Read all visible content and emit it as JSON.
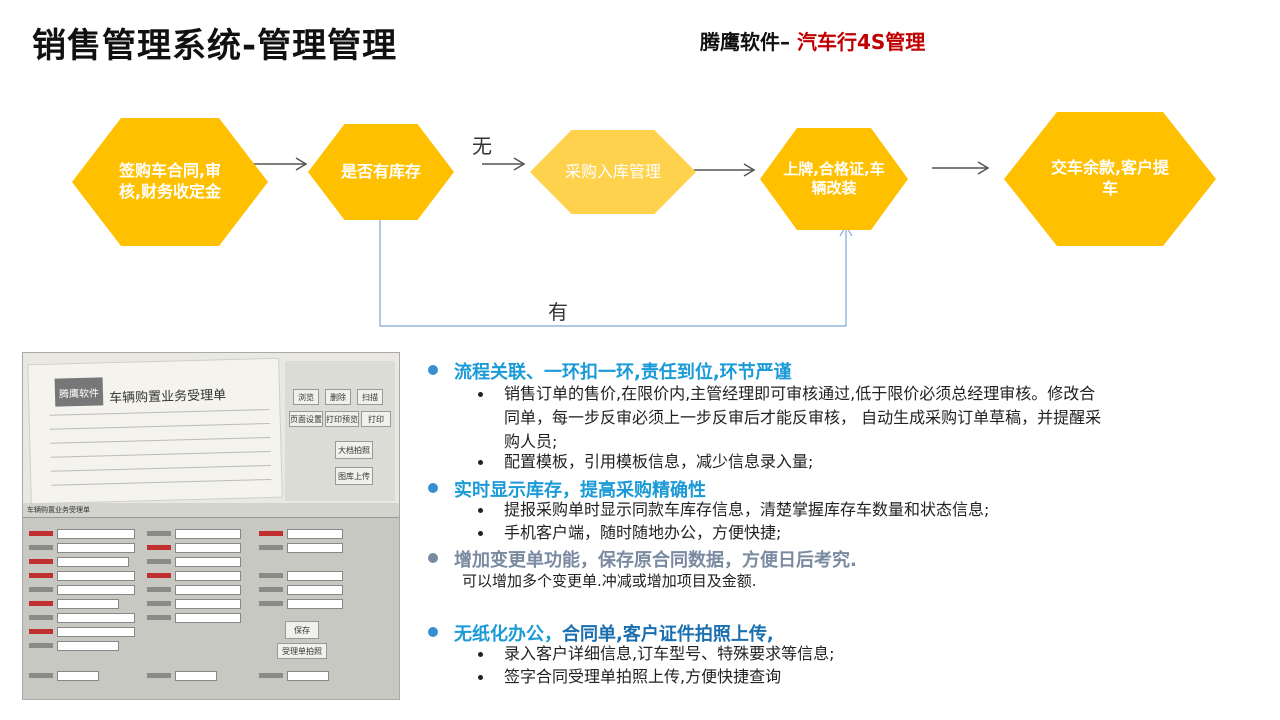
{
  "header": {
    "title": "销售管理系统-管理管理",
    "brand": "腾鹰软件–",
    "brand_accent": "汽车行4S管理"
  },
  "flow": {
    "steps": [
      {
        "text": "签购车合同,审核,财务收定金"
      },
      {
        "text": "是否有库存"
      },
      {
        "text": "采购入库管理"
      },
      {
        "text": "上牌,合格证,车辆改装"
      },
      {
        "text": "交车余款,客户提车"
      }
    ],
    "label_no": "无",
    "label_yes": "有"
  },
  "screenshot": {
    "doc_title": "车辆购置业务受理单",
    "doc_logo": "腾鹰软件",
    "panel_buttons": [
      "浏览",
      "删除",
      "扫描",
      "页面设置",
      "打印预览",
      "打印",
      "大档拍照",
      "图库上传"
    ],
    "form_bar": "车辆购置业务受理单",
    "form_buttons": [
      "保存",
      "受理单拍照"
    ]
  },
  "bullets": [
    {
      "head": "流程关联、一环扣一环,责任到位,环节严谨",
      "subs": [
        "销售订单的售价,在限价内,主管经理即可审核通过,低于限价必须总经理审核。修改合同单，每一步反审必须上一步反审后才能反审核， 自动生成采购订单草稿，并提醒采购人员;",
        "配置模板，引用模板信息，减少信息录入量;"
      ]
    },
    {
      "head": "实时显示库存，提高采购精确性",
      "subs": [
        "提报采购单时显示同款车库存信息，清楚掌握库存车数量和状态信息;",
        "手机客户端，随时随地办公，方便快捷;"
      ]
    },
    {
      "head": "增加变更单功能，保存原合同数据，方便日后考究.",
      "plain": "可以增加多个变更单.冲减或增加项目及金额."
    },
    {
      "head_a": "无纸化办公，",
      "head_b": "合同单,客户证件拍照上传,",
      "subs": [
        "录入客户详细信息,订车型号、特殊要求等信息;",
        "签字合同受理单拍照上传,方便快捷查询"
      ]
    }
  ],
  "colors": {
    "hex_fill": "#ffc000",
    "arrow": "#555555",
    "bypass_line": "#7fa6d6",
    "bullet_blue": "#1a9ad6",
    "bullet_gray": "#7a8aa0",
    "brand_red": "#c00000"
  }
}
